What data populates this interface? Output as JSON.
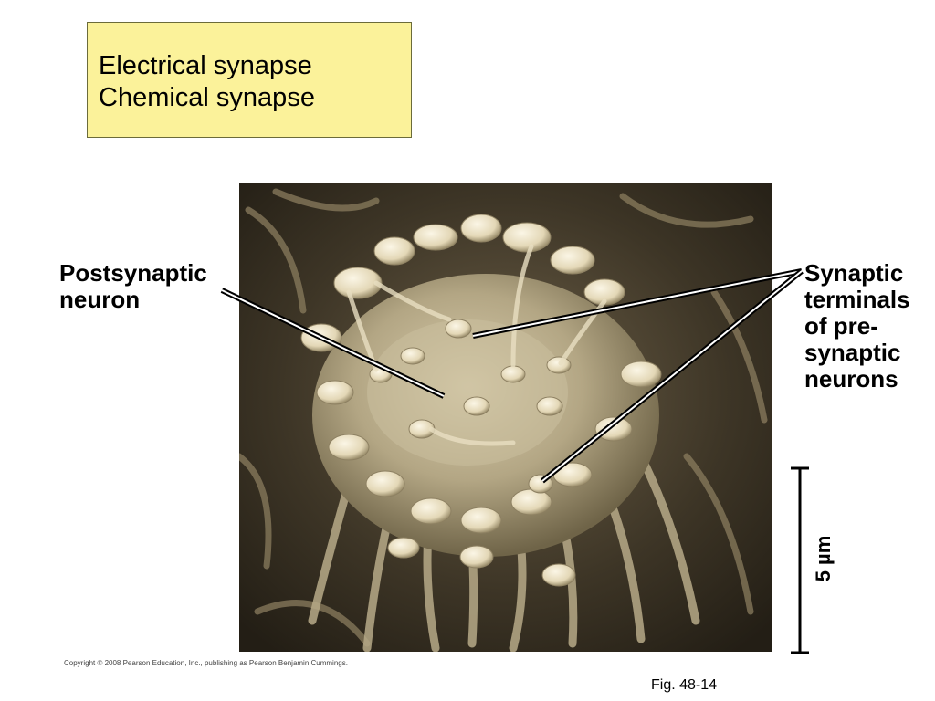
{
  "title_box": {
    "line1": "Electrical synapse",
    "line2": "Chemical synapse",
    "background_color": "#fbf29a"
  },
  "labels": {
    "postsynaptic": [
      "Postsynaptic",
      "neuron"
    ],
    "terminals": [
      "Synaptic",
      "terminals",
      "of pre-",
      "synaptic",
      "neurons"
    ]
  },
  "scale_bar": {
    "label": "5 µm"
  },
  "copyright": "Copyright © 2008 Pearson Education, Inc., publishing as Pearson Benjamin Cummings.",
  "figure_number": "Fig. 48-14",
  "colors": {
    "micrograph_dark": "#2a241a",
    "micrograph_light": "#efe6cc"
  }
}
